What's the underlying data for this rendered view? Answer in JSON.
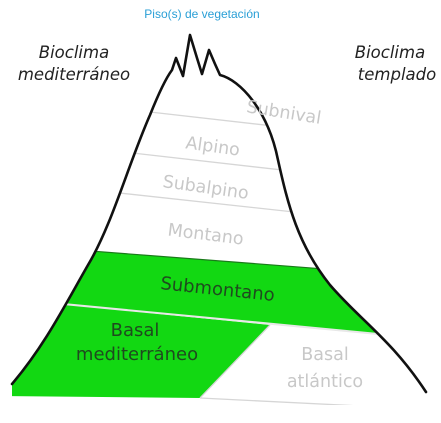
{
  "title": "Piso(s) de vegetación",
  "left_label": {
    "line1": "Bioclima",
    "line2": "mediterráneo"
  },
  "right_label": {
    "line1": "Bioclima",
    "line2": "templado"
  },
  "zones": {
    "subnival": "Subnival",
    "alpino": "Alpino",
    "subalpino": "Subalpino",
    "montano": "Montano",
    "submontano": "Submontano",
    "basal_mediterraneo": {
      "line1": "Basal",
      "line2": "mediterráneo"
    },
    "basal_atlantico": {
      "line1": "Basal",
      "line2": "atlántico"
    }
  },
  "colors": {
    "highlight": "#12d812",
    "outline": "#111111",
    "divider": "#d6d6d6",
    "title": "#2a9fd6"
  }
}
